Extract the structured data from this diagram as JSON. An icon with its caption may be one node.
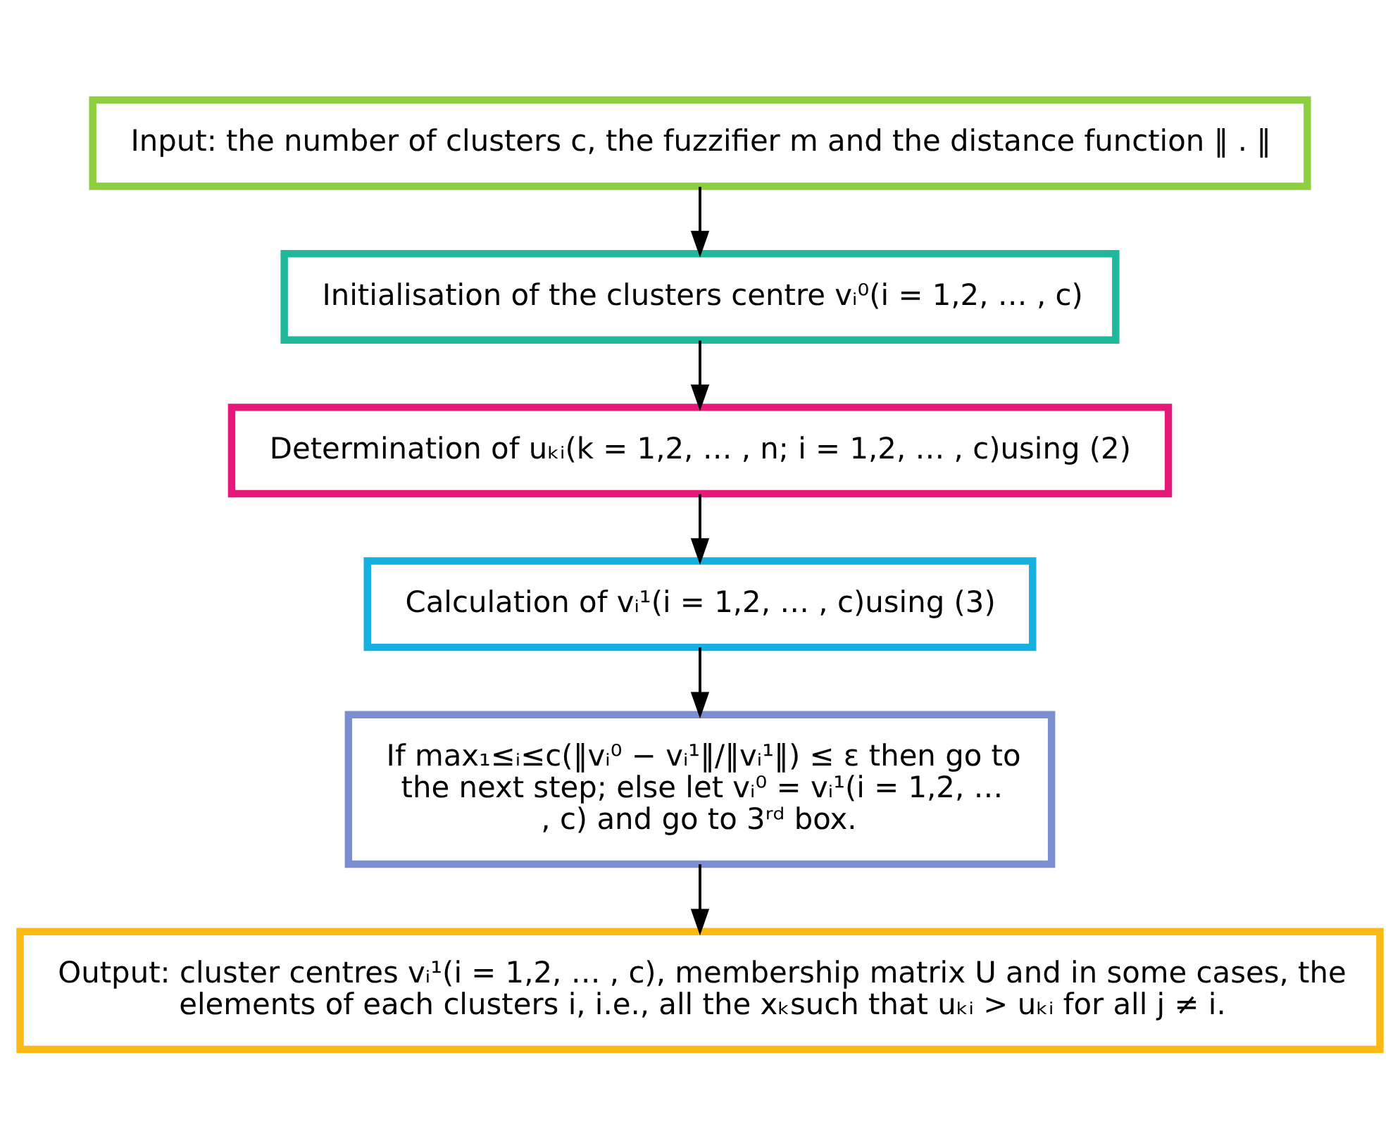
{
  "diagram": {
    "nodes": [
      {
        "text": [
          "Input: the number of clusters c, the fuzzifier m and the distance function ‖ . ‖"
        ]
      },
      {
        "text": [
          "Initialisation of the clusters centre vᵢ⁰(i = 1,2, … , c)"
        ]
      },
      {
        "text": [
          "Determination of uₖᵢ(k = 1,2, … , n; i = 1,2, … , c)using (2)"
        ]
      },
      {
        "text": [
          "Calculation of vᵢ¹(i = 1,2, … , c)using (3)"
        ]
      },
      {
        "text": [
          "If max₁≤ᵢ≤c(‖vᵢ⁰ − vᵢ¹‖/‖vᵢ¹‖) ≤ ε then go to the next step; else let vᵢ⁰ = vᵢ¹(i = 1,2, … , c) and go to 3ʳᵈ box."
        ]
      },
      {
        "text": [
          "Output: cluster centres vᵢ¹(i = 1,2, … , c), membership matrix U and in some cases, the elements of each clusters i, i.e., all the xₖsuch that uₖᵢ > uₖᵢ for all j ≠ i."
        ]
      }
    ],
    "edges": [
      {
        "from": 0,
        "to": 1,
        "arrow": "to"
      },
      {
        "from": 1,
        "to": 2,
        "arrow": "to"
      },
      {
        "from": 2,
        "to": 3,
        "arrow": "to"
      },
      {
        "from": 3,
        "to": 4,
        "arrow": "to"
      },
      {
        "from": 4,
        "to": 5,
        "arrow": "to"
      }
    ]
  }
}
